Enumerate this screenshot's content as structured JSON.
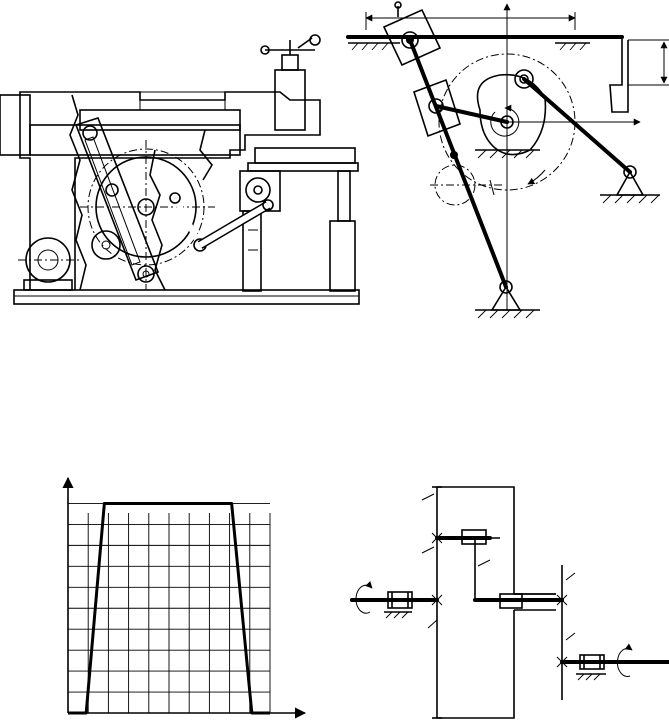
{
  "figure": {
    "panels": [
      "machine-cutaway-drawing",
      "slider-crank-kinematic-sketch",
      "velocity-profile-grid",
      "two-stage-gearbox-schematic"
    ]
  },
  "chart_data": {
    "type": "line",
    "title": "",
    "xlabel": "",
    "ylabel": "",
    "grid": true,
    "x": [
      0,
      1,
      2,
      3,
      4,
      5,
      6,
      7,
      8,
      9,
      10
    ],
    "series": [
      {
        "values": [
          0,
          0,
          10,
          10,
          10,
          10,
          10,
          10,
          10,
          0,
          0
        ],
        "x": [
          0,
          0.9,
          1.8,
          3,
          4,
          5,
          6,
          7,
          8.1,
          9.1,
          10
        ]
      }
    ],
    "xlim": [
      0,
      10
    ],
    "ylim": [
      0,
      10.5
    ]
  }
}
